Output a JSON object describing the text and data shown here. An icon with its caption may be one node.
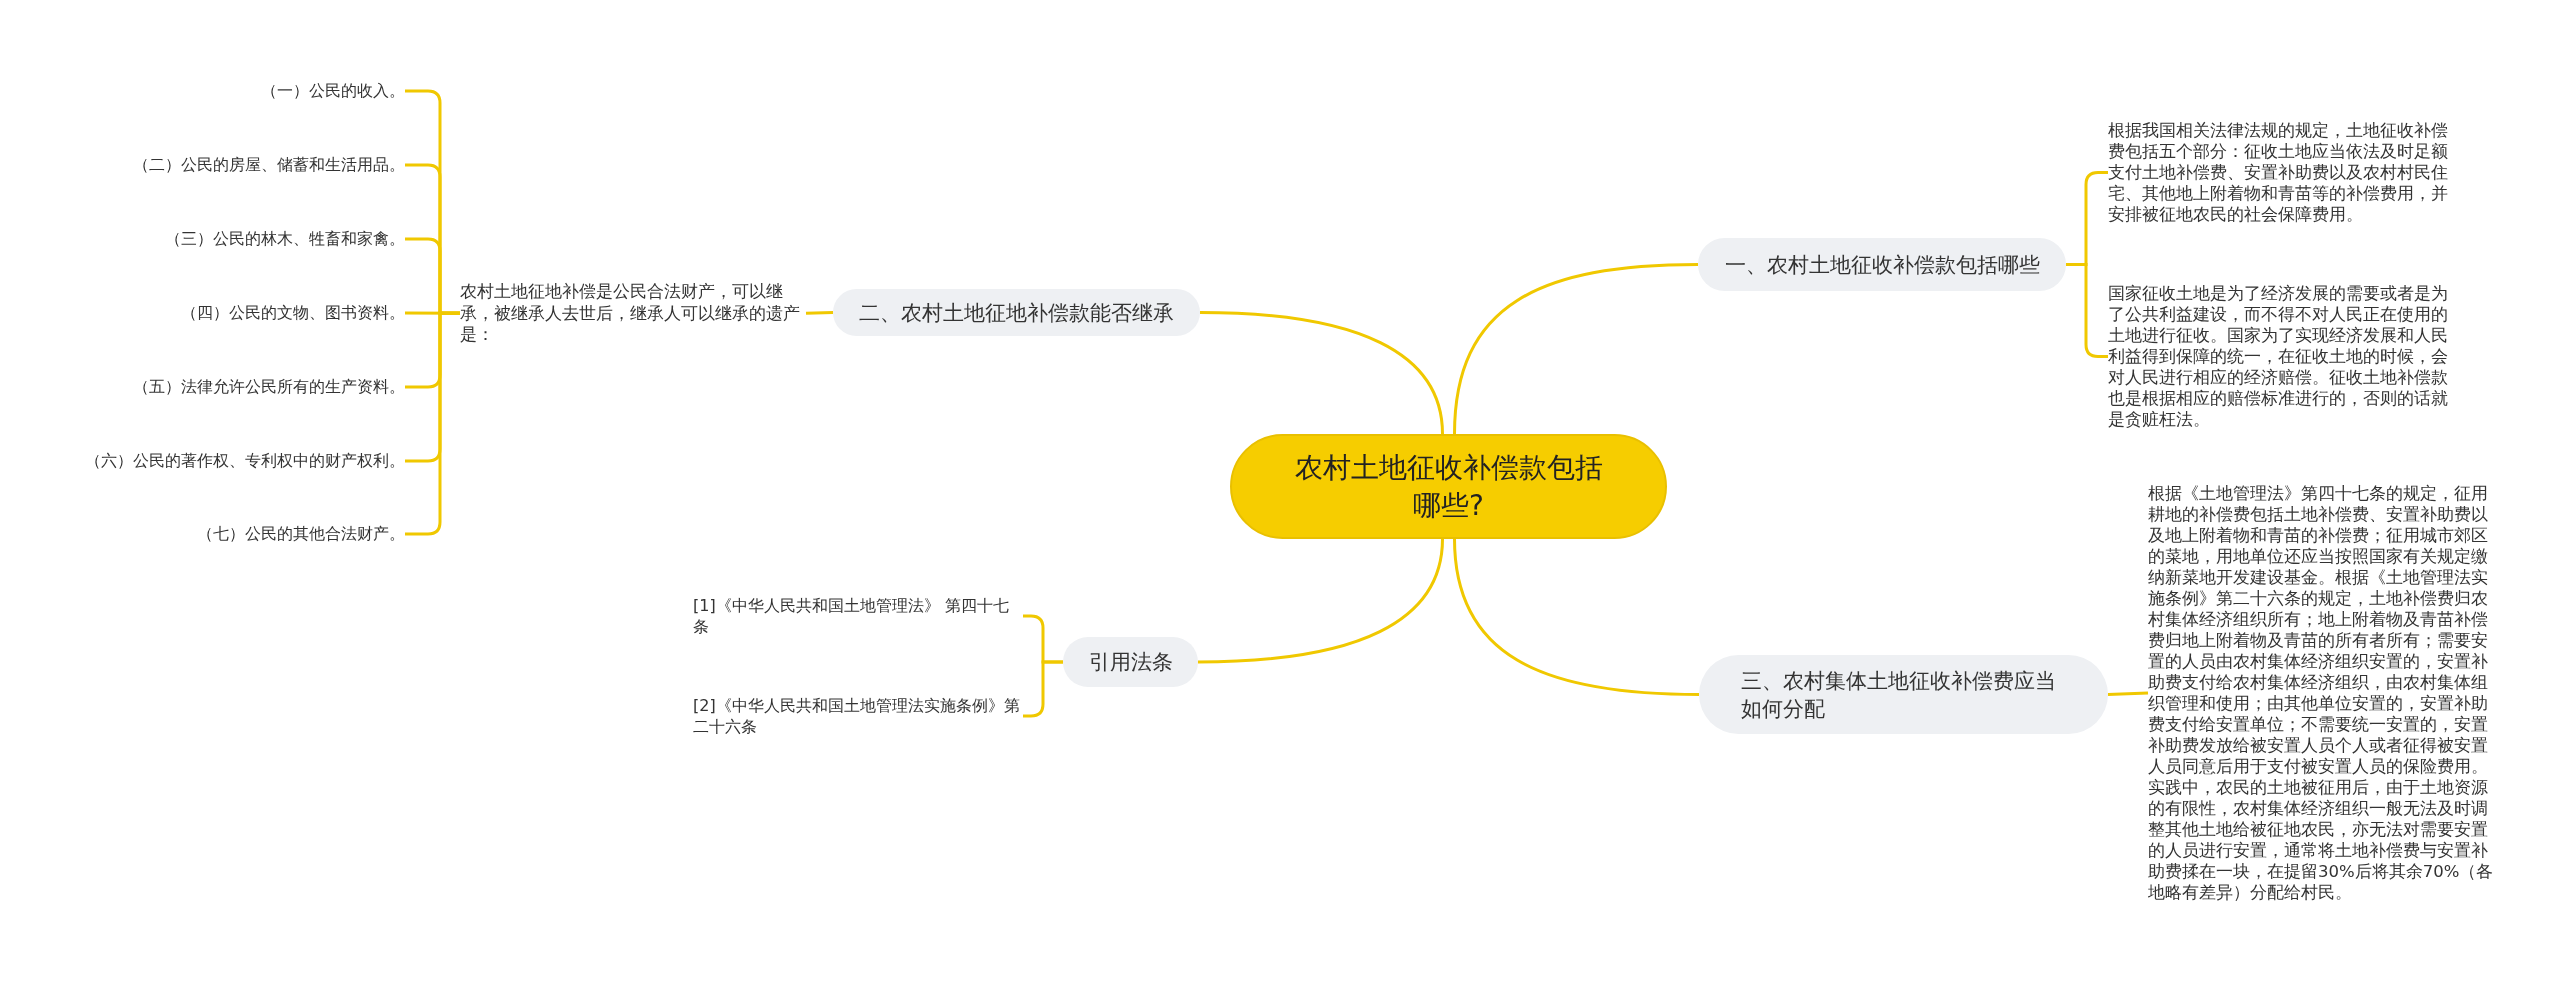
{
  "diagram": {
    "nodes": [
      {
        "text": [
          "农村土地征收补偿款包括哪些?"
        ]
      },
      {
        "text": [
          "一、农村土地征收补偿款包括哪些"
        ]
      },
      {
        "text": [
          "根据我国相关法律法规的规定，土地征收补偿费包括五个部分：征收土地应当依法及时足额支付土地补偿费、安置补助费以及农村村民住宅、其他地上附着物和青苗等的补偿费用，并安排被征地农民的社会保障费用。"
        ]
      },
      {
        "text": [
          "国家征收土地是为了经济发展的需要或者是为了公共利益建设，而不得不对人民正在使用的土地进行征收。国家为了实现经济发展和人民利益得到保障的统一，在征收土地的时候，会对人民进行相应的经济赔偿。征收土地补偿款也是根据相应的赔偿标准进行的，否则的话就是贪赃枉法。"
        ]
      },
      {
        "text": [
          "二、农村土地征地补偿款能否继承"
        ]
      },
      {
        "text": [
          "农村土地征地补偿是公民合法财产，可以继承，被继承人去世后，继承人可以继承的遗产是："
        ]
      },
      {
        "text": [
          "（一）公民的收入。"
        ]
      },
      {
        "text": [
          "（二）公民的房屋、储蓄和生活用品。"
        ]
      },
      {
        "text": [
          "（三）公民的林木、牲畜和家禽。"
        ]
      },
      {
        "text": [
          "（四）公民的文物、图书资料。"
        ]
      },
      {
        "text": [
          "（五）法律允许公民所有的生产资料。"
        ]
      },
      {
        "text": [
          "（六）公民的著作权、专利权中的财产权利。"
        ]
      },
      {
        "text": [
          "（七）公民的其他合法财产。"
        ]
      },
      {
        "text": [
          "引用法条"
        ]
      },
      {
        "text": [
          "[1]《中华人民共和国土地管理法》 第四十七条"
        ]
      },
      {
        "text": [
          "[2]《中华人民共和国土地管理法实施条例》第二十六条"
        ]
      },
      {
        "text": [
          "三、农村集体土地征收补偿费应当如何分配"
        ]
      },
      {
        "text": [
          "根据《土地管理法》第四十七条的规定，征用耕地的补偿费包括土地补偿费、安置补助费以及地上附着物和青苗的补偿费；征用城市郊区的菜地，用地单位还应当按照国家有关规定缴纳新菜地开发建设基金。根据《土地管理法实施条例》第二十六条的规定，土地补偿费归农村集体经济组织所有；地上附着物及青苗补偿费归地上附着物及青苗的所有者所有；需要安置的人员由农村集体经济组织安置的，安置补助费支付给农村集体经济组织，由农村集体组织管理和使用；由其他单位安置的，安置补助费支付给安置单位；不需要统一安置的，安置补助费发放给被安置人员个人或者征得被安置人员同意后用于支付被安置人员的保险费用。实践中，农民的土地被征用后，由于土地资源的有限性，农村集体经济组织一般无法及时调整其他土地给被征地农民，亦无法对需要安置的人员进行安置，通常将土地补偿费与安置补助费揉在一块，在提留30%后将其余70%（各地略有差异）分配给村民。"
        ]
      }
    ],
    "edges": [
      {
        "from": 0,
        "to": 1,
        "arrow": "none"
      },
      {
        "from": 1,
        "to": 2,
        "arrow": "none"
      },
      {
        "from": 1,
        "to": 3,
        "arrow": "none"
      },
      {
        "from": 0,
        "to": 4,
        "arrow": "none"
      },
      {
        "from": 4,
        "to": 5,
        "arrow": "none"
      },
      {
        "from": 5,
        "to": 6,
        "arrow": "none"
      },
      {
        "from": 5,
        "to": 7,
        "arrow": "none"
      },
      {
        "from": 5,
        "to": 8,
        "arrow": "none"
      },
      {
        "from": 5,
        "to": 9,
        "arrow": "none"
      },
      {
        "from": 5,
        "to": 10,
        "arrow": "none"
      },
      {
        "from": 5,
        "to": 11,
        "arrow": "none"
      },
      {
        "from": 5,
        "to": 12,
        "arrow": "none"
      },
      {
        "from": 0,
        "to": 13,
        "arrow": "none"
      },
      {
        "from": 13,
        "to": 14,
        "arrow": "none"
      },
      {
        "from": 13,
        "to": 15,
        "arrow": "none"
      },
      {
        "from": 0,
        "to": 16,
        "arrow": "none"
      },
      {
        "from": 16,
        "to": 17,
        "arrow": "none"
      }
    ]
  }
}
